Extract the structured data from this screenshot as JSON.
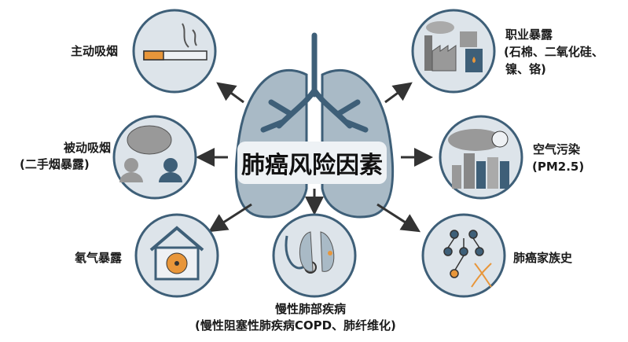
{
  "title": "肺癌风险因素",
  "factors": {
    "active_smoking": {
      "label": "主动吸烟"
    },
    "passive_smoking": {
      "label": "被动吸烟",
      "sub": "(二手烟暴露)"
    },
    "radon": {
      "label": "氡气暴露"
    },
    "copd": {
      "label": "慢性肺部疾病",
      "sub": "(慢性阻塞性肺疾病COPD、肺纤维化)"
    },
    "occupational": {
      "label": "职业暴露",
      "sub1": "(石棉、二氧化硅、",
      "sub2": "镍、铬)"
    },
    "air_pollution": {
      "label": "空气污染",
      "sub": "(PM2.5)"
    },
    "family_history": {
      "label": "肺癌家族史"
    }
  },
  "colors": {
    "circle_stroke": "#3e5f78",
    "circle_fill": "#dde4ea",
    "lung": "#a9bac6",
    "trachea": "#3e5f78",
    "arrow": "#333333",
    "accent": "#e8963a"
  }
}
